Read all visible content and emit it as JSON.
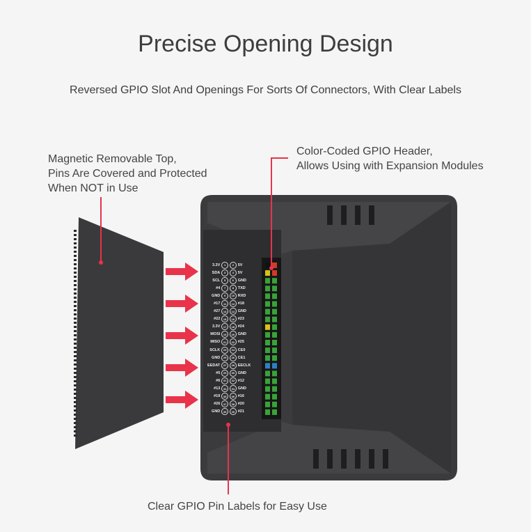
{
  "title": "Precise Opening Design",
  "subtitle": "Reversed GPIO Slot And Openings For Sorts Of Connectors, With Clear Labels",
  "callouts": {
    "lid": [
      "Magnetic Removable Top,",
      "Pins Are Covered and Protected",
      "When NOT in Use"
    ],
    "header": [
      "Color-Coded GPIO Header,",
      "Allows Using with Expansion Modules"
    ],
    "labels": "Clear GPIO Pin Labels for Easy Use"
  },
  "colors": {
    "accent": "#e8334a",
    "case": "#3b3b3d",
    "pin_green": "#3aa23a",
    "pin_yellow": "#d8c21a",
    "pin_red": "#d23a2a",
    "pin_blue": "#2f7fc2"
  },
  "gpio_pins": [
    {
      "left": "3.3V",
      "a": "1",
      "b": "2",
      "right": "5V"
    },
    {
      "left": "SDA",
      "a": "3",
      "b": "4",
      "right": "5V"
    },
    {
      "left": "SCL",
      "a": "5",
      "b": "6",
      "right": "GND"
    },
    {
      "left": "#4",
      "a": "7",
      "b": "8",
      "right": "TXD"
    },
    {
      "left": "GND",
      "a": "9",
      "b": "10",
      "right": "RXD"
    },
    {
      "left": "#17",
      "a": "11",
      "b": "12",
      "right": "#18"
    },
    {
      "left": "#27",
      "a": "13",
      "b": "14",
      "right": "GND"
    },
    {
      "left": "#22",
      "a": "15",
      "b": "16",
      "right": "#23"
    },
    {
      "left": "3.3V",
      "a": "17",
      "b": "18",
      "right": "#24"
    },
    {
      "left": "MOSI",
      "a": "19",
      "b": "20",
      "right": "GND"
    },
    {
      "left": "MISO",
      "a": "21",
      "b": "22",
      "right": "#25"
    },
    {
      "left": "SCLK",
      "a": "23",
      "b": "24",
      "right": "CE0"
    },
    {
      "left": "GND",
      "a": "25",
      "b": "26",
      "right": "CE1"
    },
    {
      "left": "EEDAT",
      "a": "27",
      "b": "28",
      "right": "EECLK"
    },
    {
      "left": "#5",
      "a": "29",
      "b": "30",
      "right": "GND"
    },
    {
      "left": "#6",
      "a": "31",
      "b": "32",
      "right": "#12"
    },
    {
      "left": "#13",
      "a": "33",
      "b": "34",
      "right": "GND"
    },
    {
      "left": "#19",
      "a": "35",
      "b": "36",
      "right": "#16"
    },
    {
      "left": "#26",
      "a": "37",
      "b": "38",
      "right": "#20"
    },
    {
      "left": "GND",
      "a": "39",
      "b": "40",
      "right": "#21"
    }
  ]
}
